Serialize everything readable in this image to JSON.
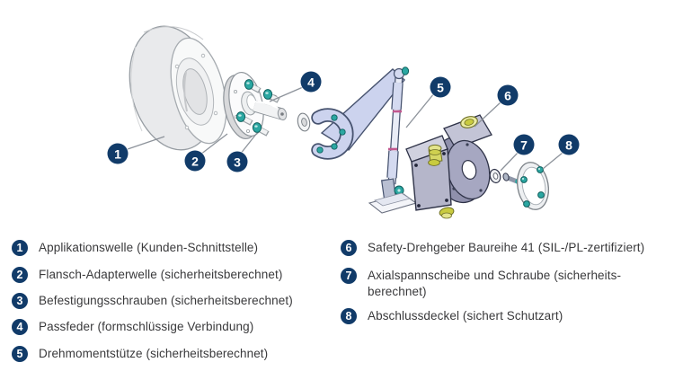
{
  "diagram": {
    "callouts": [
      {
        "number": "1"
      },
      {
        "number": "2"
      },
      {
        "number": "3"
      },
      {
        "number": "4"
      },
      {
        "number": "5"
      },
      {
        "number": "6"
      },
      {
        "number": "7"
      },
      {
        "number": "8"
      }
    ]
  },
  "legend": {
    "columns": [
      {
        "items": [
          {
            "number": "1",
            "label": "Applikationswelle (Kunden-Schnittstelle)"
          },
          {
            "number": "2",
            "label": "Flansch-Adapterwelle (sicherheitsberechnet)"
          },
          {
            "number": "3",
            "label": "Befestigungsschrauben (sicherheitsberechnet)"
          },
          {
            "number": "4",
            "label": "Passfeder (formschlüssige Verbindung)"
          },
          {
            "number": "5",
            "label": "Drehmomentstütze (sicherheitsberechnet)"
          }
        ]
      },
      {
        "items": [
          {
            "number": "6",
            "label": "Safety-Drehgeber Baureihe 41 (SIL-/PL-zertifiziert)"
          },
          {
            "number": "7",
            "label": "Axialspannscheibe und Schraube (sicherheits-\nberechnet)"
          },
          {
            "number": "8",
            "label": "Abschlussdeckel (sichert Schutzart)"
          }
        ]
      }
    ]
  },
  "colors": {
    "badge_navy": "#113b69",
    "screw_teal": "#2ba7a2",
    "arm_blue": "#ccd3ee",
    "encoder_body": "#b5b6ca",
    "gland_yellow": "#c9cb3f",
    "accent_pink": "#c2578f",
    "leader_line": "#8d939b"
  }
}
